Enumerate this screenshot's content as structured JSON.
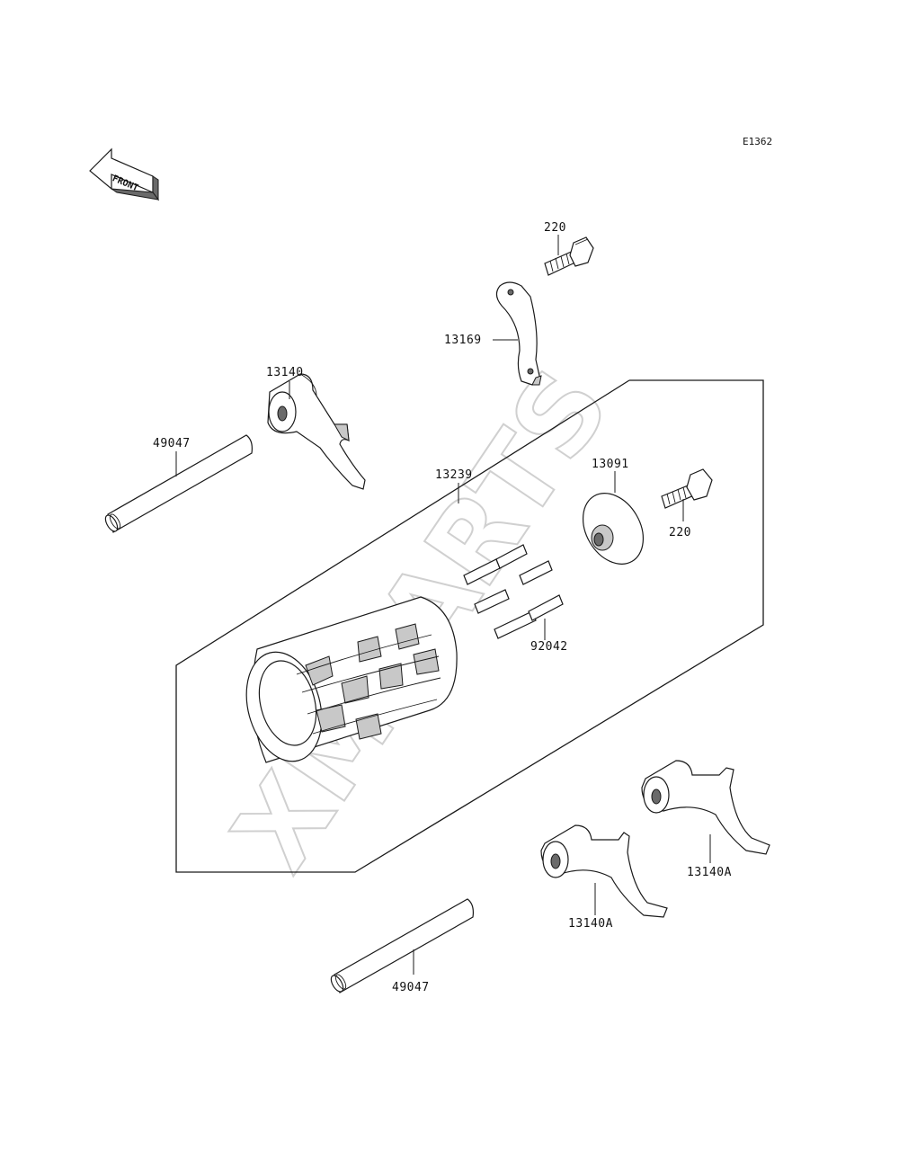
{
  "diagram": {
    "ref_code": "E1362",
    "front_indicator": "FRONT",
    "watermark": "XMPARTS"
  },
  "labels": {
    "bolt_top": "220",
    "plate": "13169",
    "fork_top": "13140",
    "shaft_top": "49047",
    "drum": "13239",
    "cam": "13091",
    "bolt_right": "220",
    "pins": "92042",
    "fork_right": "13140A",
    "fork_lower": "13140A",
    "shaft_bottom": "49047"
  }
}
